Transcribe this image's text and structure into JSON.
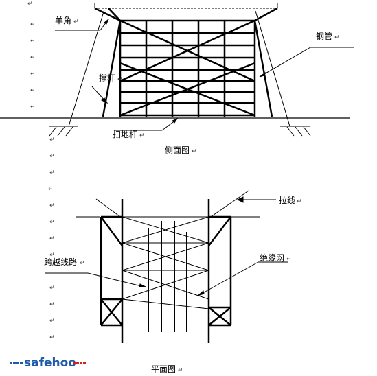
{
  "side_view": {
    "caption": "侧面图",
    "labels": {
      "sheep_horn": "羊角",
      "steel_pipe": "钢管",
      "brace": "撑杆",
      "sweep_bar": "扫地杆"
    }
  },
  "plan_view": {
    "caption": "平面图",
    "labels": {
      "guy_wire": "拉线",
      "insulation_net": "绝缘网",
      "crossing_line": "跨越线路"
    }
  },
  "para_mark": "↵",
  "watermark": {
    "text": "safehoo",
    "brand_color": "#1e5aa8",
    "accent_color": "#d62020"
  }
}
